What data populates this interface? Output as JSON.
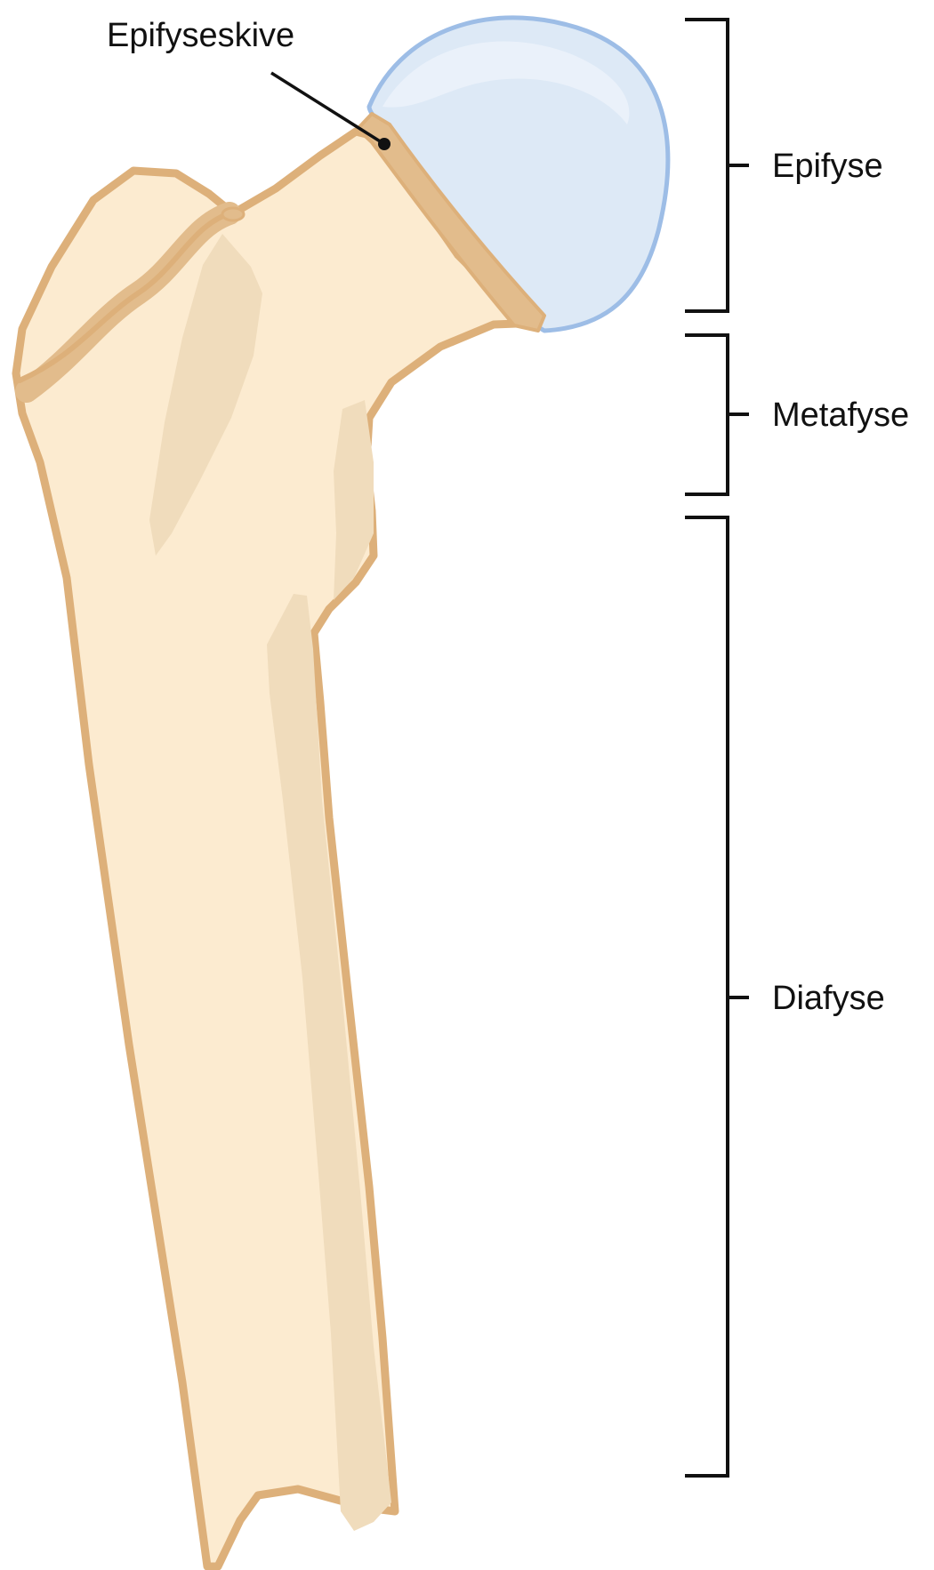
{
  "labels": {
    "growth_plate": "Epifyseskive",
    "epiphysis": "Epifyse",
    "metaphysis": "Metafyse",
    "diaphysis": "Diafyse"
  },
  "colors": {
    "bone_fill": "#fcebd0",
    "bone_outline": "#ddb07a",
    "bone_shading": "#f0dcbc",
    "growth_plate": "#e2bc8c",
    "cartilage_fill": "#dde9f6",
    "cartilage_outline": "#9dbde6",
    "bracket": "#111111"
  }
}
